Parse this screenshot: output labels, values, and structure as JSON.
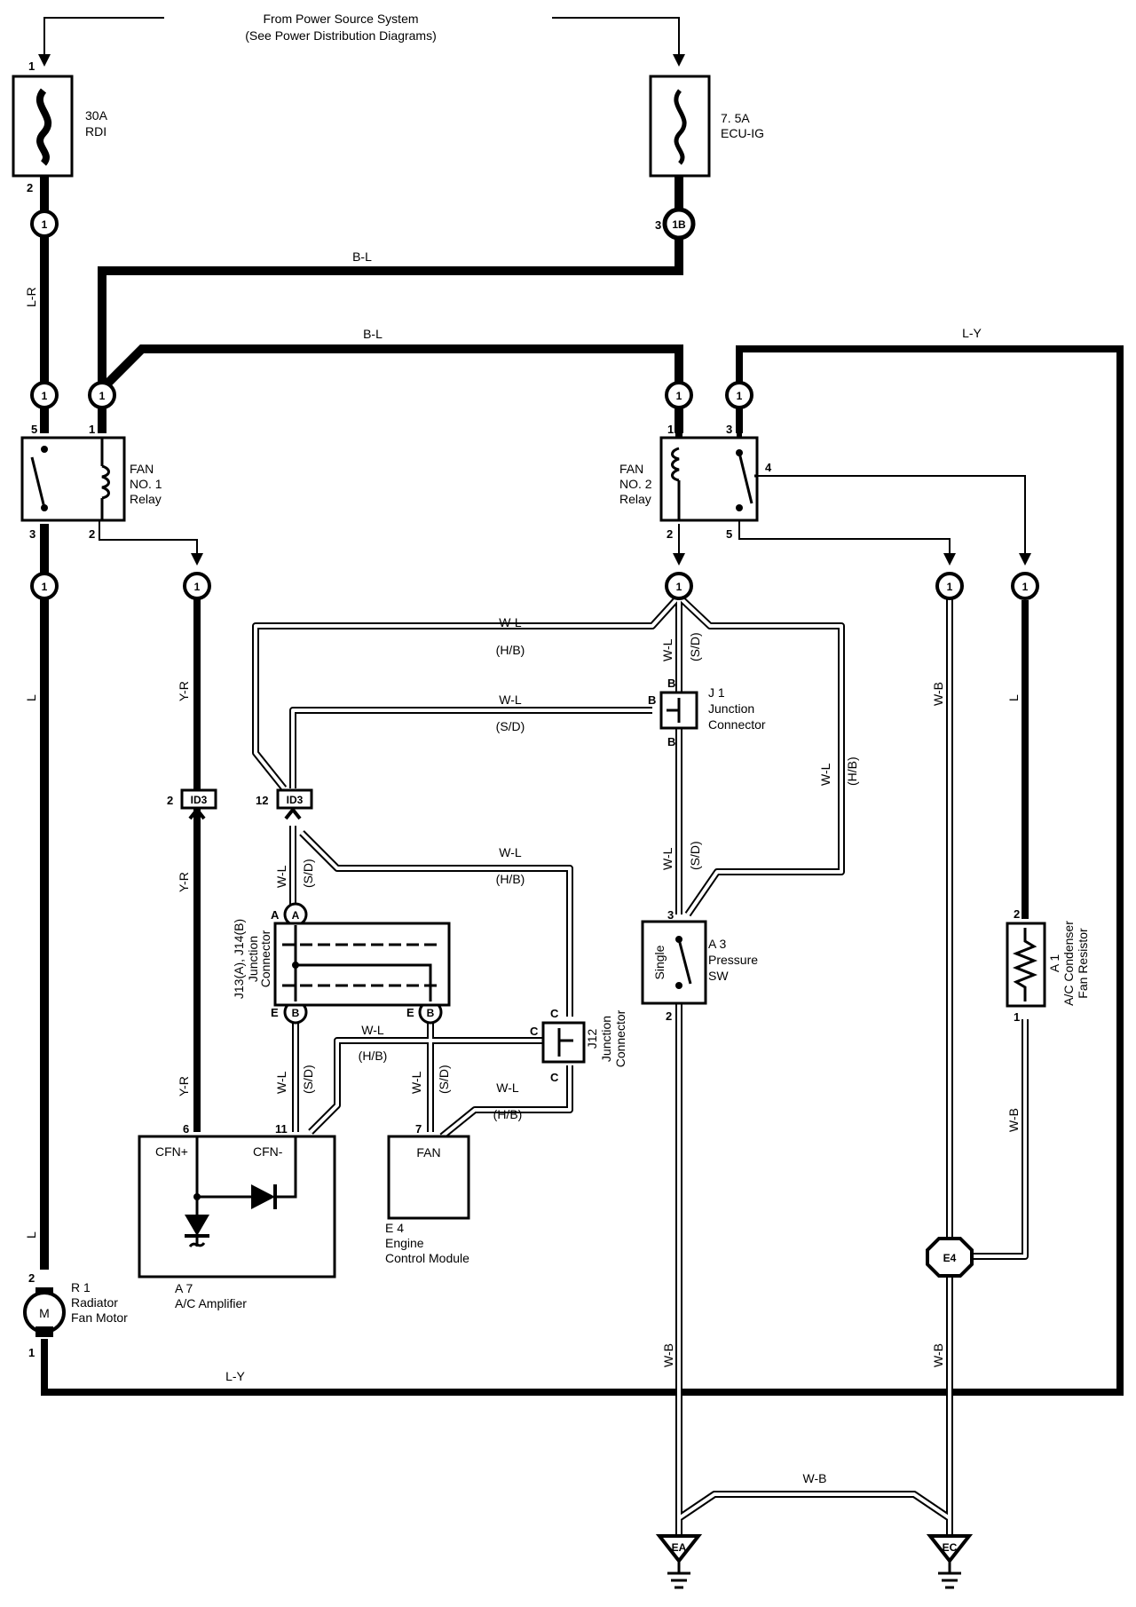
{
  "power_source": {
    "line1": "From Power Source System",
    "line2": "(See Power Distribution Diagrams)"
  },
  "fuses": [
    {
      "id": "rdi",
      "rating": "30A",
      "name": "RDI",
      "pin_in": "1",
      "pin_out": "2"
    },
    {
      "id": "ecu_ig",
      "rating": "7. 5A",
      "name": "ECU-IG"
    }
  ],
  "connector_codes": {
    "one": "1",
    "one_b": "1B",
    "id3": "ID3",
    "a": "A",
    "b": "B",
    "c": "C",
    "e4": "E4"
  },
  "relays": [
    {
      "id": "fan1",
      "line1": "FAN",
      "line2": "NO. 1",
      "line3": "Relay",
      "pins": [
        "5",
        "1",
        "3",
        "2"
      ]
    },
    {
      "id": "fan2",
      "line1": "FAN",
      "line2": "NO. 2",
      "line3": "Relay",
      "pins": [
        "1",
        "3",
        "4",
        "2",
        "5"
      ]
    }
  ],
  "wires": {
    "lr": "L-R",
    "bl": "B-L",
    "ly": "L-Y",
    "l": "L",
    "yr": "Y-R",
    "wl": "W-L",
    "wb": "W-B",
    "hb": "(H/B)",
    "sd": "(S/D)"
  },
  "pins": {
    "p3": "3",
    "p2": "2",
    "p12": "12",
    "p6": "6",
    "p11": "11",
    "p7": "7",
    "p1": "1",
    "a": "A",
    "e": "E",
    "b": "B",
    "c": "C"
  },
  "components": {
    "j1": {
      "code": "J 1",
      "line1": "Junction",
      "line2": "Connector"
    },
    "j13": {
      "line1": "J13(A), J14(B)",
      "line2": "Junction",
      "line3": "Connector"
    },
    "j12": {
      "code": "J12",
      "line1": "Junction",
      "line2": "Connector"
    },
    "a3": {
      "code": "A 3",
      "line1": "Pressure",
      "line2": "SW",
      "inside": "Single"
    },
    "a1": {
      "code": "A 1",
      "line1": "A/C Condenser",
      "line2": "Fan Resistor"
    },
    "a7": {
      "code": "A 7",
      "line1": "A/C Amplifier",
      "cfn_plus": "CFN+",
      "cfn_minus": "CFN-"
    },
    "e4": {
      "code": "E 4",
      "line1": "Engine",
      "line2": "Control Module",
      "inside": "FAN"
    },
    "r1": {
      "code": "R 1",
      "line1": "Radiator",
      "line2": "Fan Motor",
      "motor": "M"
    }
  },
  "grounds": [
    {
      "label": "EA"
    },
    {
      "label": "EC"
    }
  ]
}
